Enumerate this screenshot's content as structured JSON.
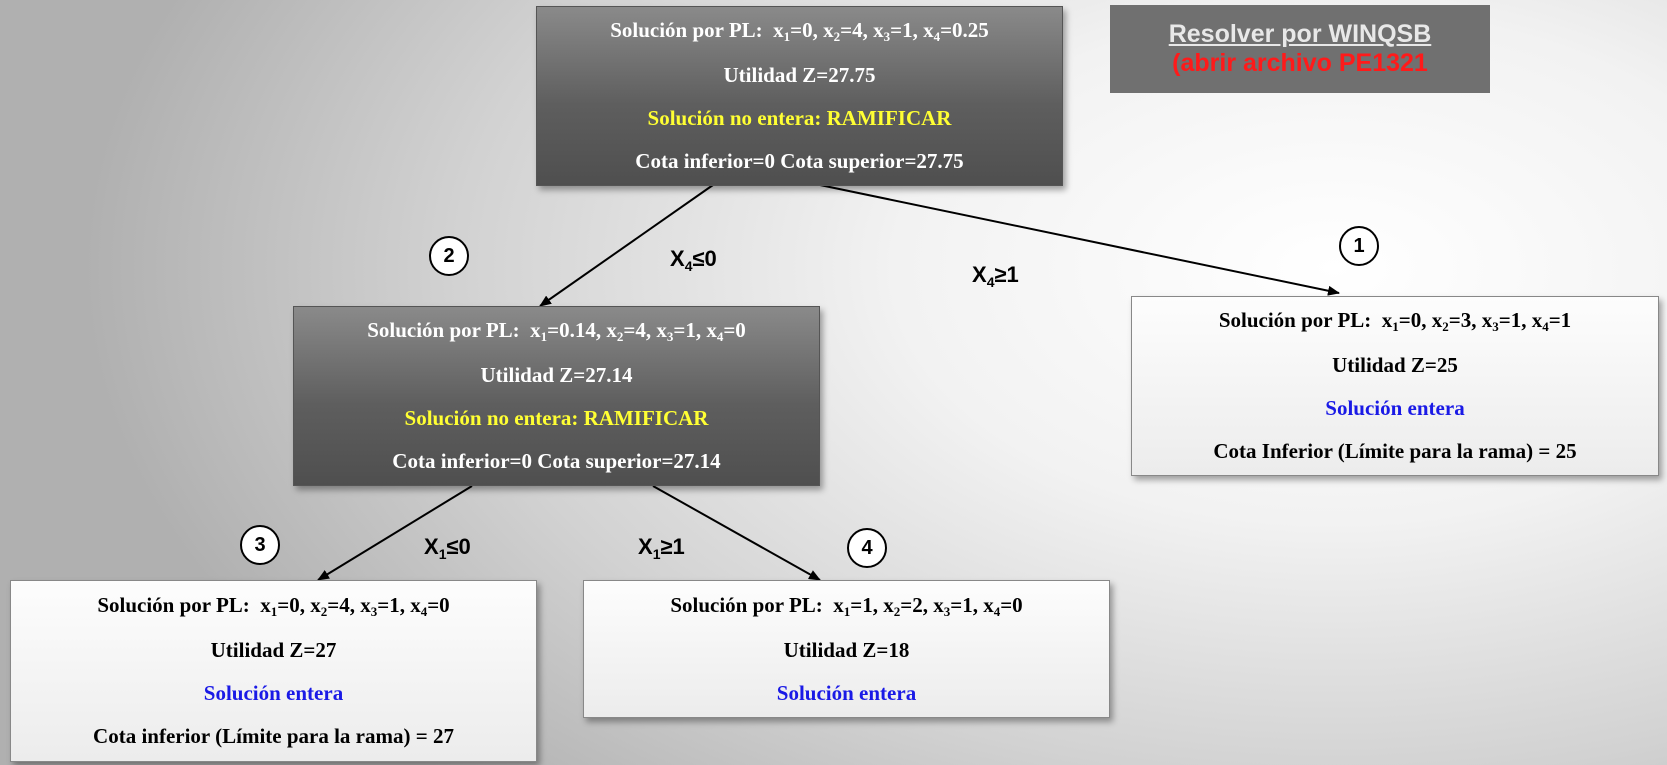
{
  "nodes": {
    "root": {
      "pl_prefix": "Solución por PL:",
      "vars": [
        {
          "name": "x",
          "sub": "1",
          "value": "=0, "
        },
        {
          "name": "x",
          "sub": "2",
          "value": "=4, "
        },
        {
          "name": "x",
          "sub": "3",
          "value": "=1, "
        },
        {
          "name": "x",
          "sub": "4",
          "value": "=0.25"
        }
      ],
      "utility": "Utilidad Z=27.75",
      "status": "Solución no entera: RAMIFICAR",
      "bounds": "Cota inferior=0  Cota superior=27.75"
    },
    "n2": {
      "pl_prefix": "Solución por PL:",
      "vars": [
        {
          "name": "x",
          "sub": "1",
          "value": "=0.14, "
        },
        {
          "name": "x",
          "sub": "2",
          "value": "=4, "
        },
        {
          "name": "x",
          "sub": "3",
          "value": "=1, "
        },
        {
          "name": "x",
          "sub": "4",
          "value": "=0"
        }
      ],
      "utility": "Utilidad Z=27.14",
      "status": "Solución no entera: RAMIFICAR",
      "bounds": "Cota inferior=0  Cota superior=27.14"
    },
    "n1": {
      "pl_prefix": "Solución por PL:",
      "vars": [
        {
          "name": "x",
          "sub": "1",
          "value": "=0, "
        },
        {
          "name": "x",
          "sub": "2",
          "value": "=3, "
        },
        {
          "name": "x",
          "sub": "3",
          "value": "=1, "
        },
        {
          "name": "x",
          "sub": "4",
          "value": "=1"
        }
      ],
      "utility": "Utilidad Z=25",
      "status": "Solución entera",
      "bounds": "Cota Inferior (Límite para la rama) = 25"
    },
    "n3": {
      "pl_prefix": "Solución por PL:",
      "vars": [
        {
          "name": "x",
          "sub": "1",
          "value": "=0, "
        },
        {
          "name": "x",
          "sub": "2",
          "value": "=4, "
        },
        {
          "name": "x",
          "sub": "3",
          "value": "=1, "
        },
        {
          "name": "x",
          "sub": "4",
          "value": "=0"
        }
      ],
      "utility": "Utilidad Z=27",
      "status": "Solución entera",
      "bounds": "Cota inferior (Límite para la rama) = 27"
    },
    "n4": {
      "pl_prefix": "Solución por PL:",
      "vars": [
        {
          "name": "x",
          "sub": "1",
          "value": "=1, "
        },
        {
          "name": "x",
          "sub": "2",
          "value": "=2, "
        },
        {
          "name": "x",
          "sub": "3",
          "value": "=1, "
        },
        {
          "name": "x",
          "sub": "4",
          "value": "=0"
        }
      ],
      "utility": "Utilidad Z=18",
      "status": "Solución entera"
    }
  },
  "circles": {
    "c1": "1",
    "c2": "2",
    "c3": "3",
    "c4": "4"
  },
  "branches": {
    "b_x4_le": {
      "var": "X",
      "sub": "4",
      "rel": "≤0"
    },
    "b_x4_ge": {
      "var": "X",
      "sub": "4",
      "rel": "≥1"
    },
    "b_x1_le": {
      "var": "X",
      "sub": "1",
      "rel": "≤0"
    },
    "b_x1_ge": {
      "var": "X",
      "sub": "1",
      "rel": "≥1"
    }
  },
  "winqsb": {
    "line1": "Resolver por WINQSB",
    "line2": "(abrir archivo PE1321"
  },
  "colors": {
    "yellow_status": "#ffff33",
    "blue_status": "#1a1ae6",
    "dark_node": "#5e5e5e",
    "winqsb_bg": "#707070",
    "winqsb_red": "#ff1a1a"
  }
}
